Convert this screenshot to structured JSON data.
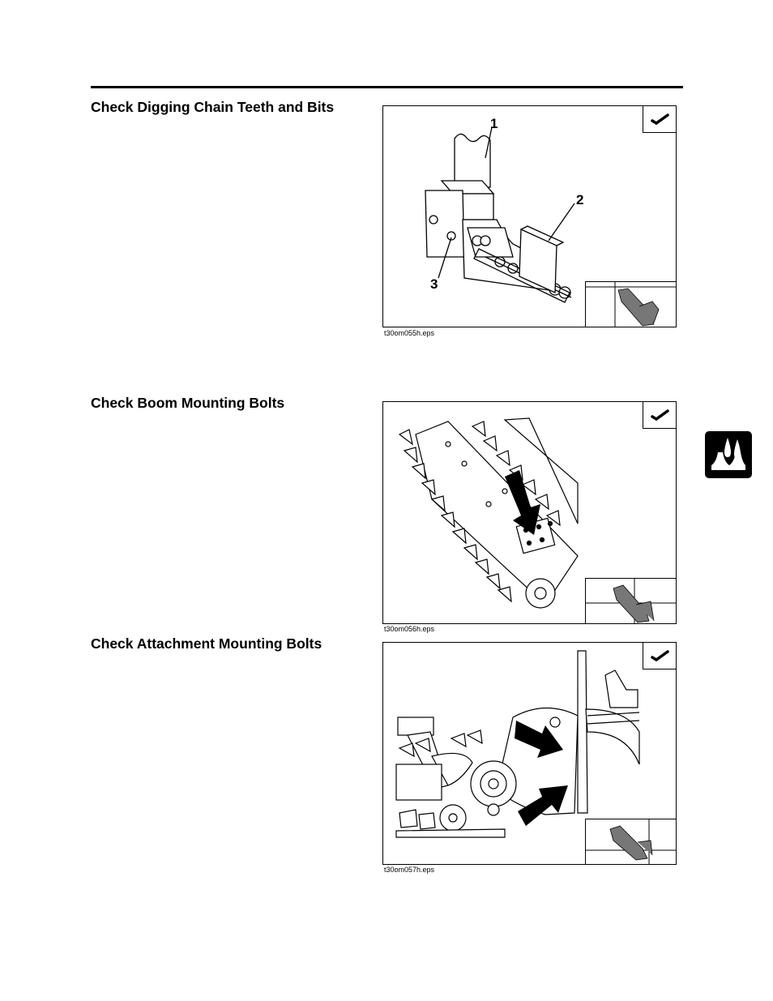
{
  "sections": [
    {
      "heading": "Check Digging Chain Teeth and Bits",
      "figure": {
        "caption": "t30om055h.eps",
        "callouts": [
          "1",
          "2",
          "3"
        ],
        "check_icon": "checkmark-icon",
        "inset_icon": "trencher-chain-inset-icon"
      }
    },
    {
      "heading": "Check Boom Mounting Bolts",
      "figure": {
        "caption": "t30om056h.eps",
        "check_icon": "checkmark-icon",
        "inset_icon": "trencher-chain-inset-icon"
      }
    },
    {
      "heading": "Check Attachment Mounting Bolts",
      "figure": {
        "caption": "t30om057h.eps",
        "check_icon": "checkmark-icon",
        "inset_icon": "trencher-chain-inset-icon"
      }
    }
  ],
  "side_tab": {
    "icon": "fluid-drops-icon",
    "color": "#000000"
  }
}
